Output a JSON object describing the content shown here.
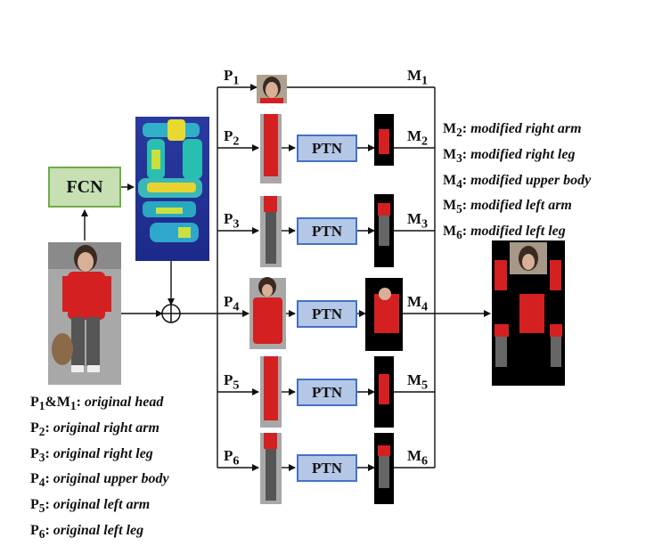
{
  "modules": {
    "fcn_label": "FCN",
    "ptn_label": "PTN"
  },
  "branches": [
    {
      "p": "P",
      "p_sub": "1",
      "m": "M",
      "m_sub": "1"
    },
    {
      "p": "P",
      "p_sub": "2",
      "m": "M",
      "m_sub": "2"
    },
    {
      "p": "P",
      "p_sub": "3",
      "m": "M",
      "m_sub": "3"
    },
    {
      "p": "P",
      "p_sub": "4",
      "m": "M",
      "m_sub": "4"
    },
    {
      "p": "P",
      "p_sub": "5",
      "m": "M",
      "m_sub": "5"
    },
    {
      "p": "P",
      "p_sub": "6",
      "m": "M",
      "m_sub": "6"
    }
  ],
  "legend_left": [
    {
      "key": "P",
      "sub": "1",
      "key2": "&M",
      "sub2": "1",
      "desc": "original head"
    },
    {
      "key": "P",
      "sub": "2",
      "desc": "original right arm"
    },
    {
      "key": "P",
      "sub": "3",
      "desc": "original right leg"
    },
    {
      "key": "P",
      "sub": "4",
      "desc": "original upper body"
    },
    {
      "key": "P",
      "sub": "5",
      "desc": "original left arm"
    },
    {
      "key": "P",
      "sub": "6",
      "desc": "original left leg"
    }
  ],
  "legend_right": [
    {
      "key": "M",
      "sub": "2",
      "desc": "modified right arm"
    },
    {
      "key": "M",
      "sub": "3",
      "desc": "modified right leg"
    },
    {
      "key": "M",
      "sub": "4",
      "desc": "modified upper body"
    },
    {
      "key": "M",
      "sub": "5",
      "desc": "modified left arm"
    },
    {
      "key": "M",
      "sub": "6",
      "desc": "modified left leg"
    }
  ],
  "colors": {
    "fcn_fill": "#c6e0b4",
    "fcn_border": "#70ad47",
    "ptn_fill": "#b4c7e7",
    "ptn_border": "#4472c4",
    "shirt": "#d42020",
    "pants": "#555555",
    "background": "#9a9a9a"
  }
}
